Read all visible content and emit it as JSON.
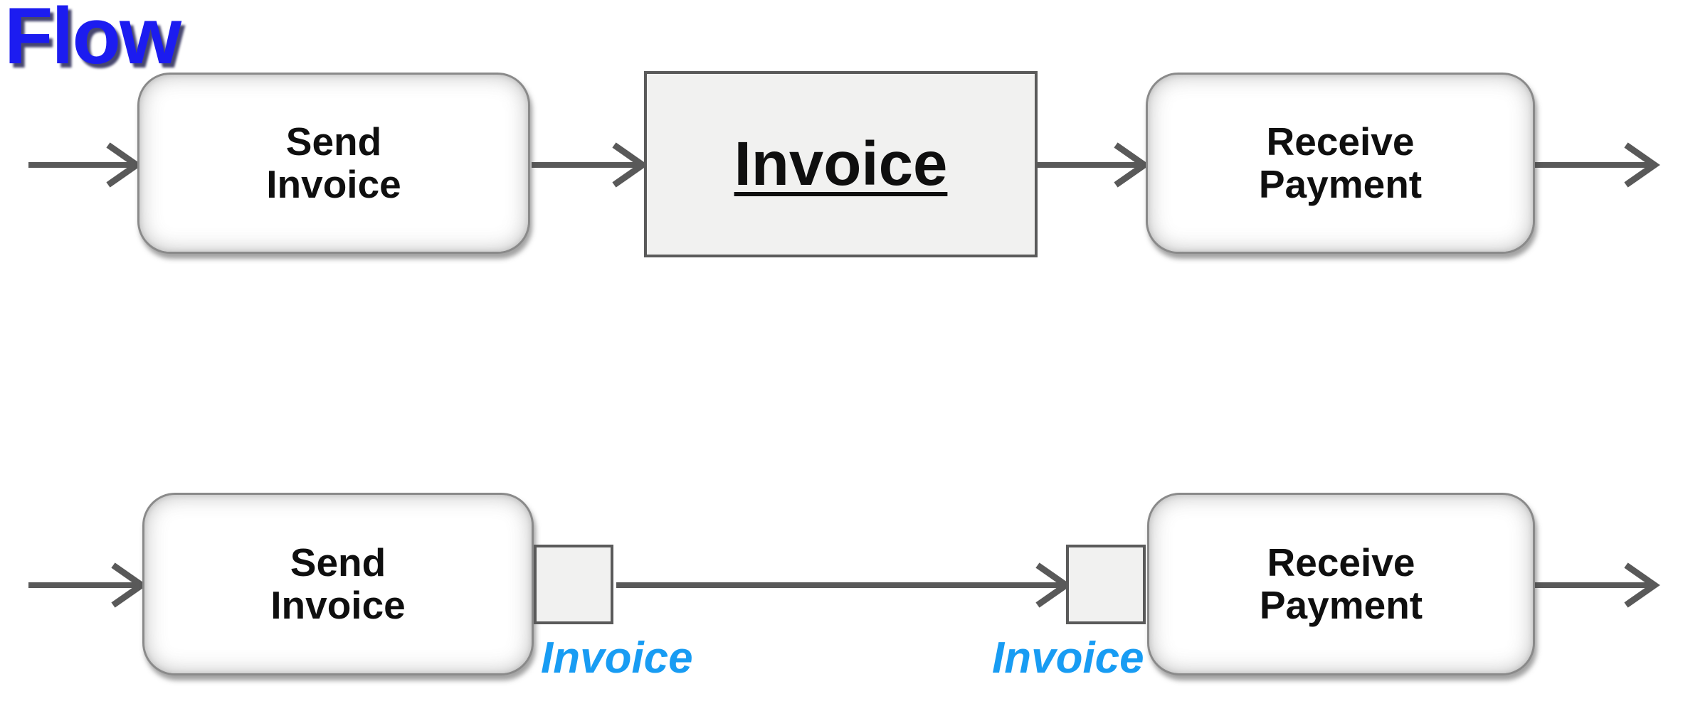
{
  "title": "Flow",
  "colors": {
    "title_blue": "#1C1CF0",
    "arrow_gray": "#595959",
    "task_border": "#8a8a8a",
    "doc_fill": "#F1F1F0",
    "doc_border": "#5a5a5a",
    "label_blue": "#189CF3",
    "text_black": "#0f0f0f"
  },
  "top_flow": {
    "send_task": {
      "line1": "Send",
      "line2": "Invoice"
    },
    "invoice_document": {
      "label": "Invoice"
    },
    "receive_task": {
      "line1": "Receive",
      "line2": "Payment"
    }
  },
  "bottom_flow": {
    "send_task": {
      "line1": "Send",
      "line2": "Invoice"
    },
    "invoice_label_1": "Invoice",
    "invoice_label_2": "Invoice",
    "receive_task": {
      "line1": "Receive",
      "line2": "Payment"
    }
  }
}
